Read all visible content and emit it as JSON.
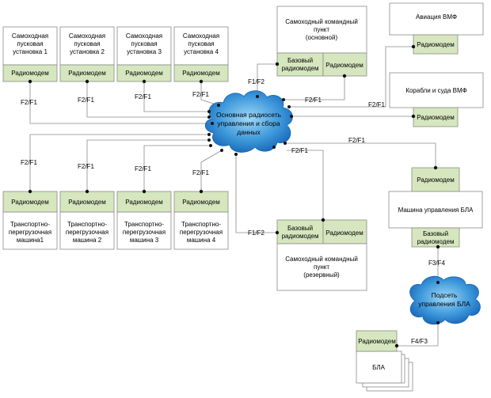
{
  "units": {
    "launcher_1": [
      "Самоходная",
      "пусковая",
      "установка 1"
    ],
    "launcher_2": [
      "Самоходная",
      "пусковая",
      "установка 2"
    ],
    "launcher_3": [
      "Самоходная",
      "пусковая",
      "установка 3"
    ],
    "launcher_4": [
      "Самоходная",
      "пусковая",
      "установка 4"
    ],
    "cp_main": [
      "Самоходный командный",
      "пункт",
      "(основной)"
    ],
    "cp_reserve": [
      "Самоходный командный",
      "пункт",
      "(резервный)"
    ],
    "aviation": [
      "Авиация ВМФ"
    ],
    "ships": [
      "Корабли и суда ВМФ"
    ],
    "tlm_1": [
      "Транспортно-",
      "перегрузочная",
      "машина1"
    ],
    "tlm_2": [
      "Транспортно-",
      "перегрузочная",
      "машина 2"
    ],
    "tlm_3": [
      "Транспортно-",
      "перегрузочная",
      "машина 3"
    ],
    "tlm_4": [
      "Транспортно-",
      "перегрузочная",
      "машина 4"
    ],
    "uav_control": [
      "Машина управления БЛА"
    ],
    "uav": [
      "БЛА"
    ]
  },
  "modems": {
    "radiomodem": "Радиомодем",
    "base_radiomodem": [
      "Базовый",
      "радиомодем"
    ]
  },
  "networks": {
    "main": [
      "Основная радиосеть",
      "управления и сбора",
      "данных"
    ],
    "sub": [
      "Подсеть",
      "управления БЛА"
    ]
  },
  "links": {
    "f2f1": "F2/F1",
    "f1f2": "F1/F2",
    "f3f4": "F3/F4",
    "f4f3": "F4/F3"
  },
  "colors": {
    "modem_fill": "#d6e6be",
    "cloud_dark": "#1e78c8",
    "cloud_light": "#8fd0f5"
  }
}
